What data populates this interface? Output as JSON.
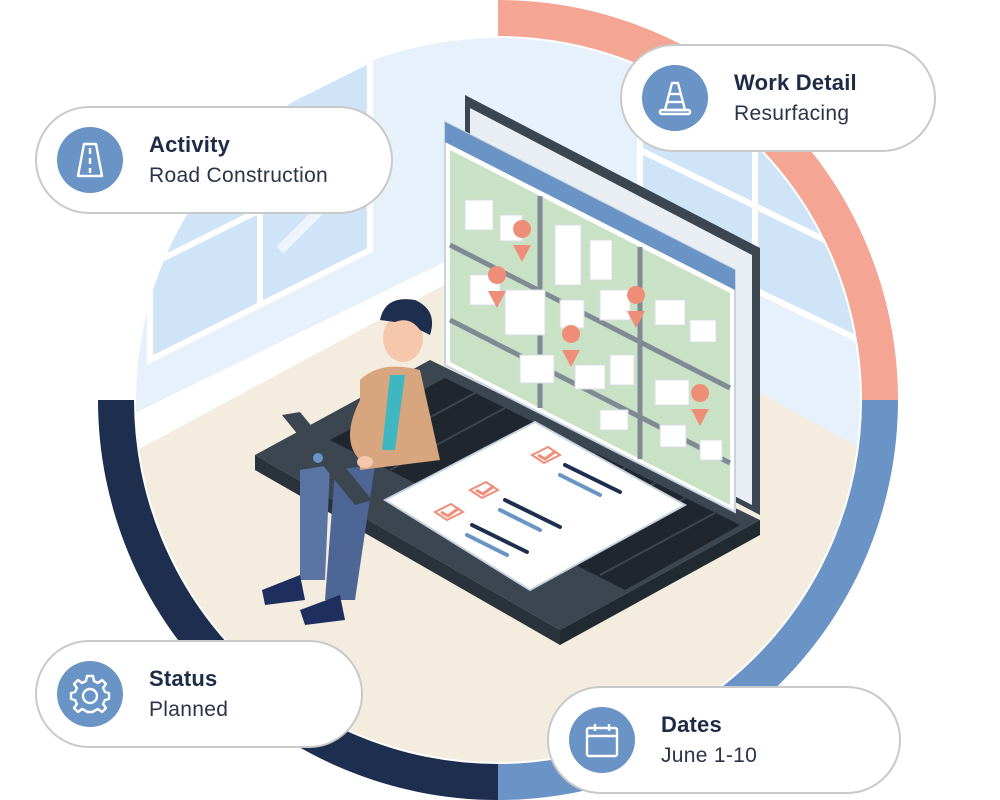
{
  "colors": {
    "ring_salmon": "#f4a593",
    "ring_blue": "#6a93c6",
    "ring_navy": "#1e2e4f",
    "icon_bg": "#6a93c6",
    "map_green": "#c9e2c5",
    "pin": "#ef8e78",
    "laptop": "#3b4650"
  },
  "cards": {
    "activity": {
      "label": "Activity",
      "value": "Road Construction",
      "icon": "road-icon"
    },
    "work_detail": {
      "label": "Work Detail",
      "value": "Resurfacing",
      "icon": "traffic-cone-icon"
    },
    "status": {
      "label": "Status",
      "value": "Planned",
      "icon": "gear-icon"
    },
    "dates": {
      "label": "Dates",
      "value": "June 1-10",
      "icon": "calendar-icon"
    }
  }
}
